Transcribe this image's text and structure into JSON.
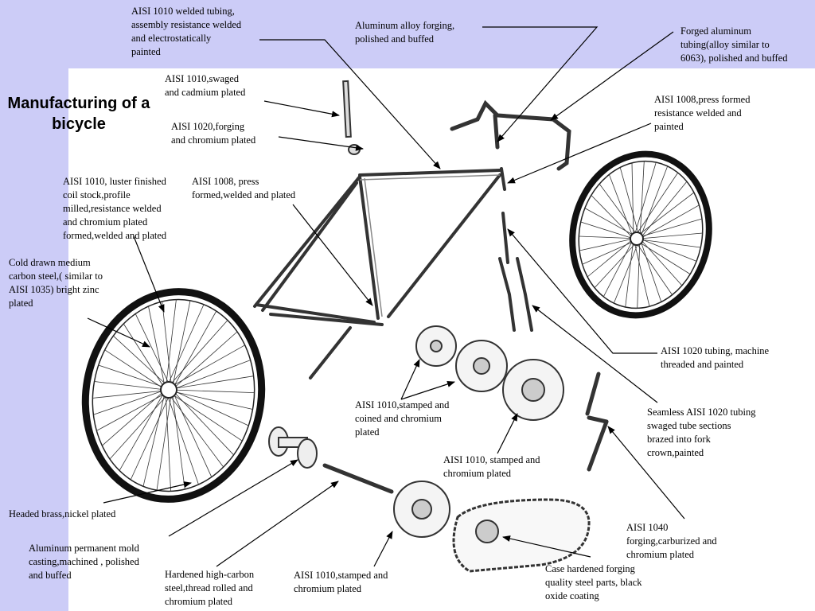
{
  "title": "Manufacturing\nof a bicycle",
  "labels": {
    "frame_tubing": "AISI 1010 welded tubing,\nassembly resistance welded\nand electrostatically\npainted",
    "stem": "Aluminum alloy forging,\npolished and buffed",
    "handlebar": "Forged aluminum\ntubing(alloy similar to\n6063), polished and buffed",
    "seatpost": "AISI 1010,swaged\nand cadmium plated",
    "head_lug": "AISI 1008,press formed\nresistance welded and\npainted",
    "seat_clamp": "AISI 1020,forging\nand chromium plated",
    "rims": "AISI 1010, luster finished\ncoil stock,profile\nmilled,resistance welded\nand chromium plated\nformed,welded    and plated",
    "bottom_bracket": "AISI 1008, press\nformed,welded    and plated",
    "spokes": "Cold drawn medium\ncarbon steel,( similar to\nAISI 1035) bright zinc\nplated",
    "fork_threaded": "AISI 1020 tubing, machine\nthreaded and painted",
    "sprockets": "AISI 1010,stamped and\ncoined and chromium\nplated",
    "fork_blades": "Seamless AISI 1020 tubing\nswaged tube sections\nbrazed into fork\ncrown,painted",
    "freewheel": "AISI 1010, stamped and\nchromium plated",
    "crank": "AISI 1040\nforging,carburized and\nchromium plated",
    "nipples": "Headed brass,nickel plated",
    "hub": "Aluminum permanent mold\ncasting,machined , polished\nand buffed",
    "axle": "Hardened high-carbon\nsteel,thread rolled and\nchromium plated",
    "chainwheel": "AISI 1010,stamped and\nchromium plated",
    "coaster": "Case  hardened forging\nquality steel parts, black\noxide coating"
  }
}
